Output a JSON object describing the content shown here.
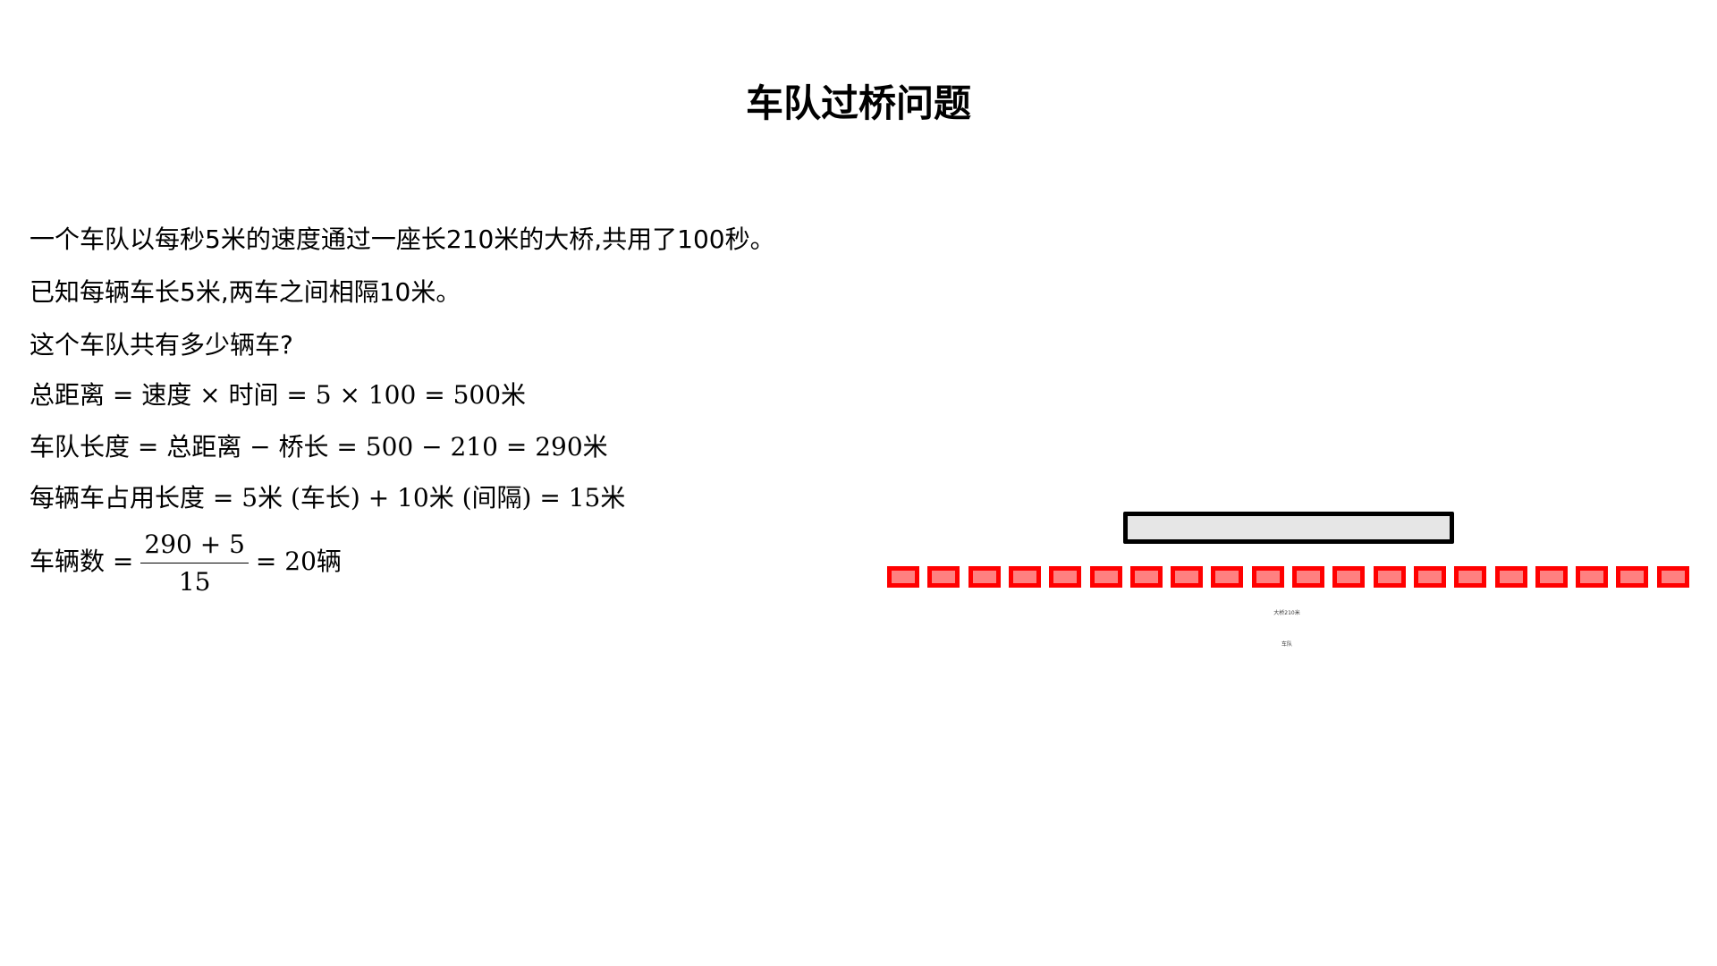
{
  "title": "车队过桥问题",
  "problem": [
    "一个车队以每秒5米的速度通过一座长210米的大桥,共用了100秒。",
    "已知每辆车长5米,两车之间相隔10米。",
    "这个车队共有多少辆车?"
  ],
  "solution": [
    "总距离 = 速度 × 时间 = 5 × 100 = 500米",
    "车队长度 = 总距离 − 桥长 = 500 − 210 = 290米",
    "每辆车占用长度 = 5米 (车长) + 10米 (间隔) = 15米"
  ],
  "final": {
    "lhs": "车辆数 =",
    "numerator": "290 + 5",
    "denominator": "15",
    "rhs": "= 20辆"
  },
  "diagram": {
    "bridge_label": "大桥210米",
    "convoy_label": "车队",
    "car_count": 20,
    "car_color": "#ff0000",
    "car_fill": "#ff8080",
    "bridge_fill": "#e6e6e6"
  }
}
